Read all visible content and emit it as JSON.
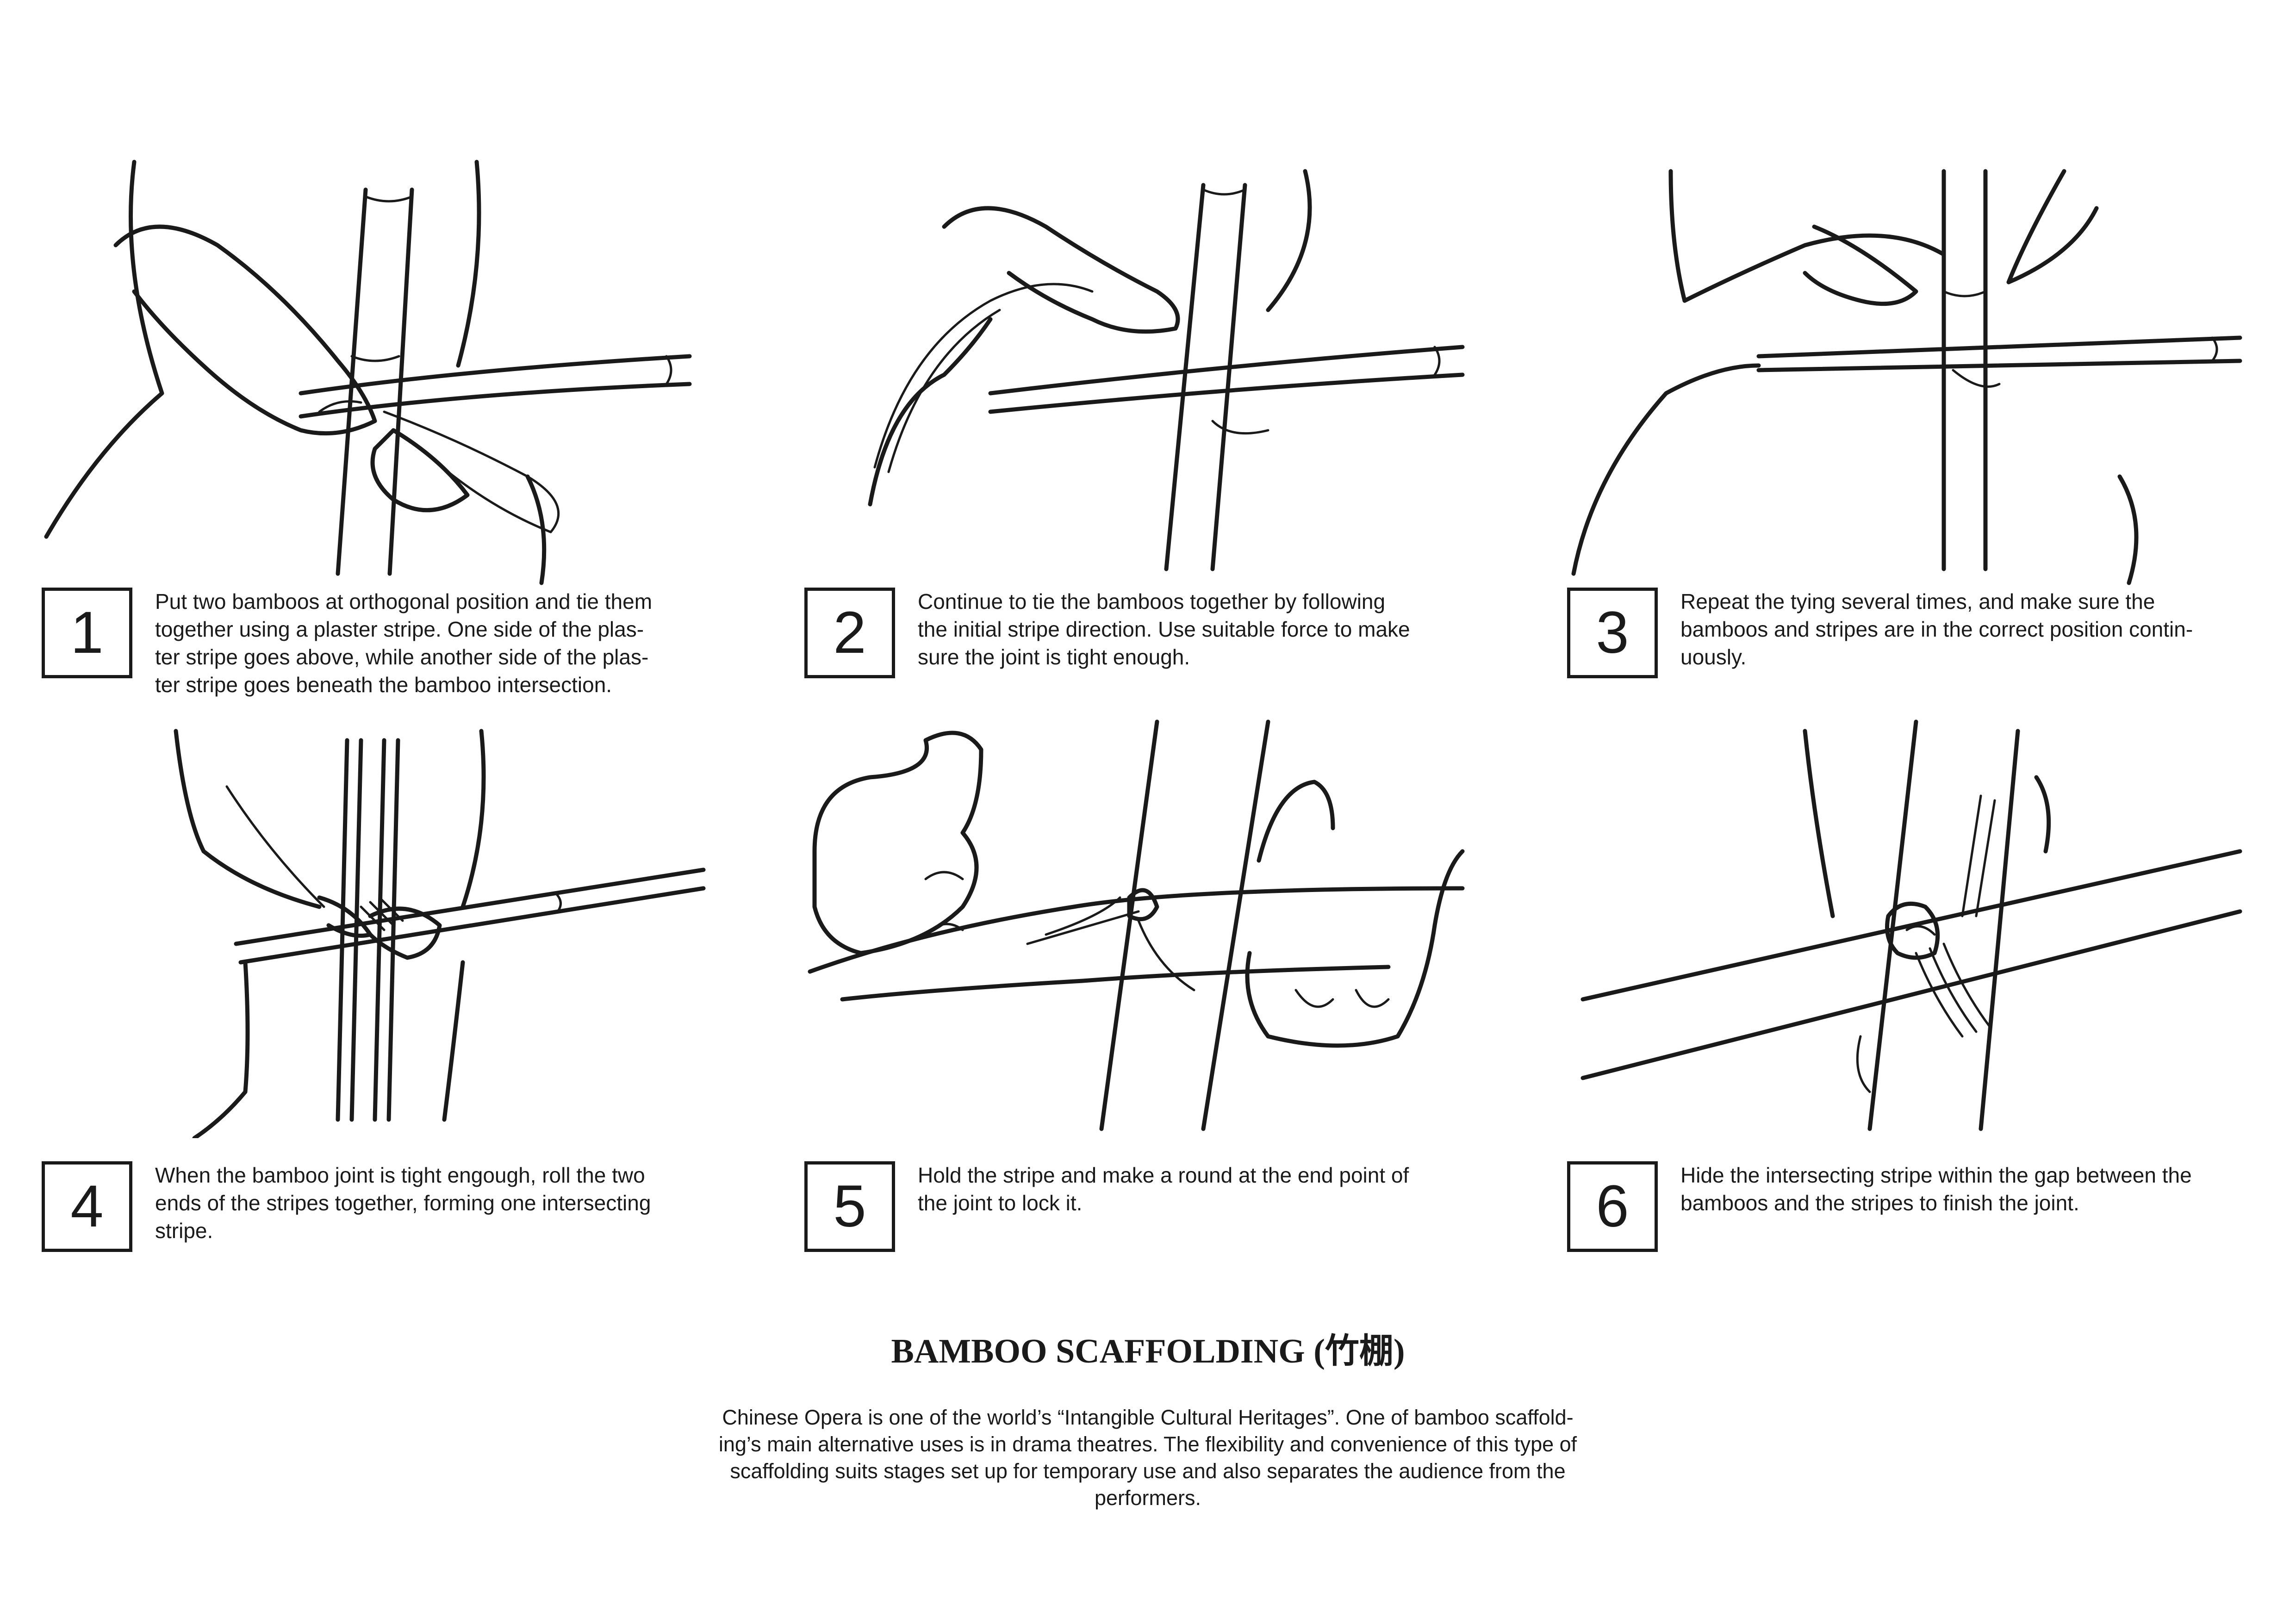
{
  "steps": [
    {
      "number": "1",
      "text": "Put two bamboos at orthogonal position and tie them\ntogether using a plaster stripe. One side of the plas-\nter stripe goes above, while another side of the plas-\nter stripe goes beneath the bamboo intersection."
    },
    {
      "number": "2",
      "text": "Continue to tie the bamboos together by following\nthe initial stripe direction. Use suitable force to make\nsure the joint is tight enough."
    },
    {
      "number": "3",
      "text": "Repeat the tying several times, and make sure the\nbamboos and stripes are in the correct position contin-\nuously."
    },
    {
      "number": "4",
      "text": "When the bamboo joint is tight engough, roll the two\nends of the stripes together, forming one intersecting\nstripe."
    },
    {
      "number": "5",
      "text": "Hold the stripe and make a round at the end point of\nthe joint to lock it."
    },
    {
      "number": "6",
      "text": "Hide the intersecting stripe within the gap between the\nbamboos and the stripes to finish the joint."
    }
  ],
  "heading": {
    "title": "BAMBOO SCAFFOLDING (竹棚)"
  },
  "description": "Chinese Opera is one of the world’s “Intangible Cultural Heritages”. One of bamboo scaffold-\ning’s main alternative uses is in drama theatres. The flexibility and convenience of this type of\nscaffolding suits stages set up for temporary use and also separates the audience from the\nperformers."
}
